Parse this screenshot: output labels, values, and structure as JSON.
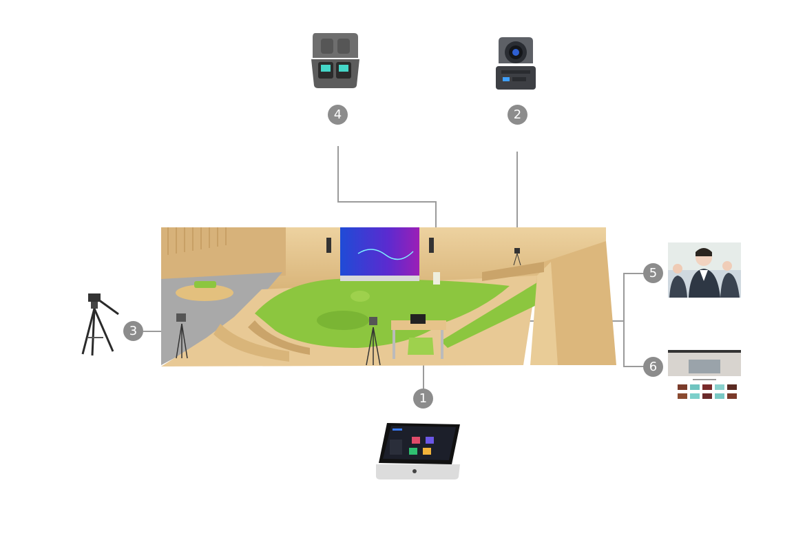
{
  "badges": [
    {
      "label": "1",
      "device": "control-tablet"
    },
    {
      "label": "2",
      "device": "ptz-camera"
    },
    {
      "label": "3",
      "device": "tripod-camera"
    },
    {
      "label": "4",
      "device": "wireless-mic-case"
    },
    {
      "label": "5",
      "device": "student-video-thumbnail"
    },
    {
      "label": "6",
      "device": "web-platform-thumbnail"
    }
  ],
  "colors": {
    "badge": "#8c8c8c",
    "connector": "#9a9a9a",
    "wood": "#e5c48c",
    "grass": "#8cc63f",
    "floor_gray": "#a9a9a9",
    "screen_gradient_start": "#1f4bd6",
    "screen_gradient_end": "#9b1fb6"
  },
  "icons": [
    "wireless-mic-case-icon",
    "ptz-camera-icon",
    "tripod-icon",
    "tablet-controller-icon"
  ]
}
